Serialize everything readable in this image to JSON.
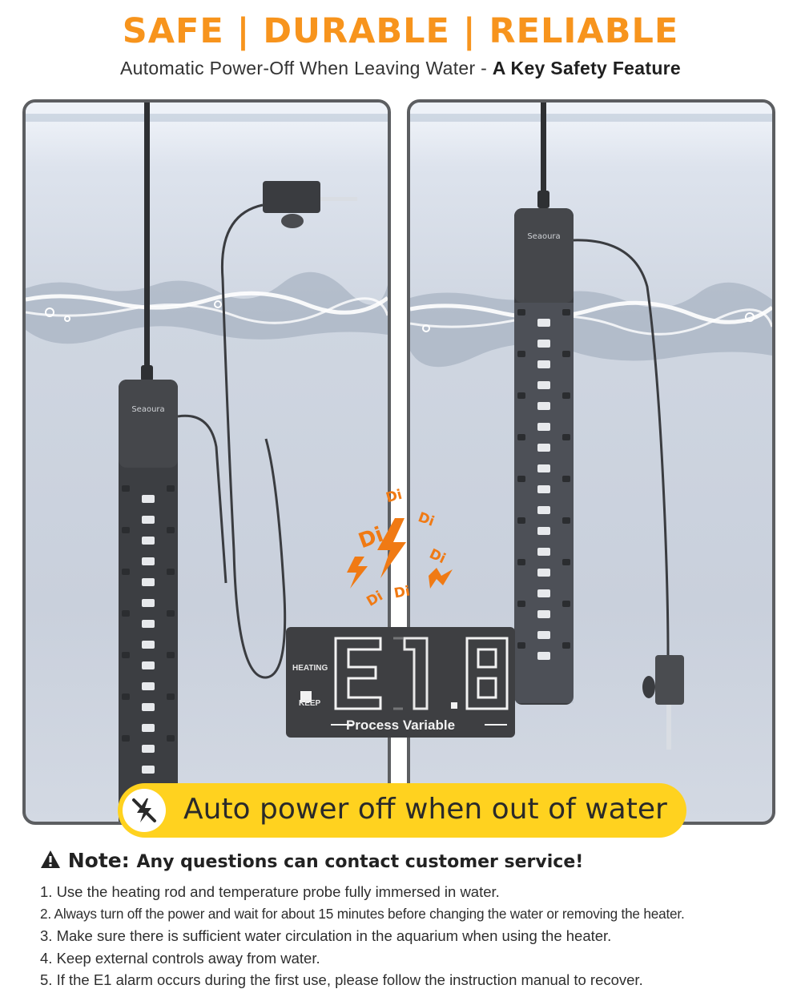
{
  "header": {
    "headline": "SAFE | DURABLE | RELIABLE",
    "subtitle_plain": "Automatic Power-Off When Leaving Water - ",
    "subtitle_bold": "A Key Safety Feature"
  },
  "brand": {
    "logo_text": "Seaoura"
  },
  "display": {
    "heating_label": "HEATING",
    "keep_label": "KEEP",
    "caption": "Process Variable"
  },
  "alarm": {
    "sound_words": [
      "Di",
      "Di",
      "Di",
      "Di",
      "Di",
      "Di"
    ]
  },
  "banner": {
    "text": "Auto power off when out of water"
  },
  "note": {
    "heading": "Note:",
    "heading_rest": "Any questions can contact customer service!",
    "items": [
      "1. Use the heating rod and temperature probe fully immersed in water.",
      "2. Always turn off the power and wait for about 15 minutes before changing the water or removing the heater.",
      "3. Make sure there is sufficient water circulation in the aquarium when using the heater.",
      "4. Keep external controls away from water.",
      "5. If the E1 alarm occurs during the first use, please follow the instruction manual to recover."
    ]
  },
  "colors": {
    "headline": "#f7941d",
    "accent_orange": "#f07a14",
    "banner_yellow": "#ffd21f",
    "panel_border": "#5c5e61",
    "heater_body": "#3c3e42",
    "display_bg": "#3e3f42"
  },
  "icons": {
    "banner": "no-power-icon",
    "note": "warning-triangle-icon",
    "alarm": "lightning-bolt-icon"
  }
}
